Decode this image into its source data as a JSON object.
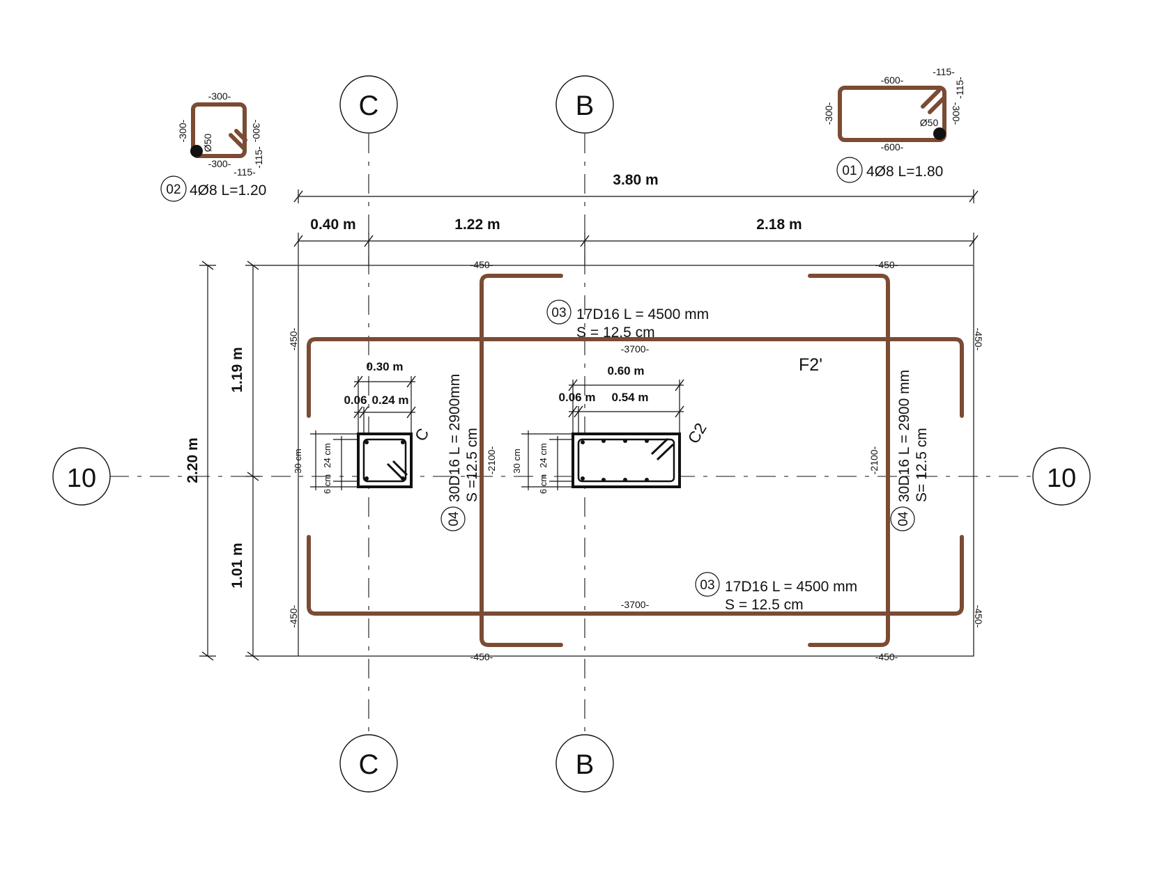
{
  "colors": {
    "rebar": "#7b4b33",
    "line": "#111111",
    "background": "#ffffff"
  },
  "grid": {
    "C_top": "C",
    "B_top": "B",
    "C_bottom": "C",
    "B_bottom": "B",
    "row_left": "10",
    "row_right": "10"
  },
  "dims": {
    "total_width": "3.80 m",
    "seg_1": "0.40 m",
    "seg_2": "1.22 m",
    "seg_3": "2.18 m",
    "total_height": "2.20 m",
    "upper_height": "1.19 m",
    "lower_height": "1.01 m"
  },
  "footing": {
    "label": "F2'"
  },
  "col_c": {
    "label": "C",
    "width": "0.30 m",
    "cover": "0.06",
    "inner": "0.24 m",
    "v_total": "30 cm",
    "v_inner": "24 cm",
    "v_cover": "6 cm"
  },
  "col_c2": {
    "label": "C2",
    "width": "0.60 m",
    "cover": "0.06 m",
    "inner": "0.54 m",
    "v_total": "30 cm",
    "v_inner": "24 cm",
    "v_cover": "6 cm"
  },
  "stirrup_02": {
    "mark": "02",
    "text": "4Ø8 L=1.20",
    "top": "-300-",
    "bottom": "-300-",
    "left": "-300-",
    "right": "-300-",
    "hook": "-115-",
    "bend": "Ø50"
  },
  "stirrup_01": {
    "mark": "01",
    "text": "4Ø8 L=1.80",
    "top": "-600-",
    "bottom": "-600-",
    "left": "-300-",
    "right": "-300-",
    "hook_right": "-115-",
    "hook_top": "-115-",
    "bend": "Ø50"
  },
  "bar_03_top": {
    "mark": "03",
    "line1": "17D16 L = 4500 mm",
    "line2": "S = 12.5 cm"
  },
  "bar_03_bottom": {
    "mark": "03",
    "line1": "17D16 L = 4500 mm",
    "line2": "S = 12.5 cm"
  },
  "bar_04_left": {
    "mark": "04",
    "line1": "30D16 L = 2900mm",
    "line2": "S =12.5 cm"
  },
  "bar_04_right": {
    "mark": "04",
    "line1": "30D16 L = 2900 mm",
    "line2": "S= 12.5 cm"
  },
  "bar_dims": {
    "h_450_tl": "-450-",
    "h_450_tr": "-450-",
    "h_450_bl": "-450-",
    "h_450_br": "-450-",
    "h_3700_top": "-3700-",
    "h_3700_bottom": "-3700-",
    "v_450_lt": "-450-",
    "v_450_lb": "-450-",
    "v_450_rt": "-450-",
    "v_450_rb": "-450-",
    "v_2100_left": "-2100-",
    "v_2100_right": "-2100-"
  }
}
